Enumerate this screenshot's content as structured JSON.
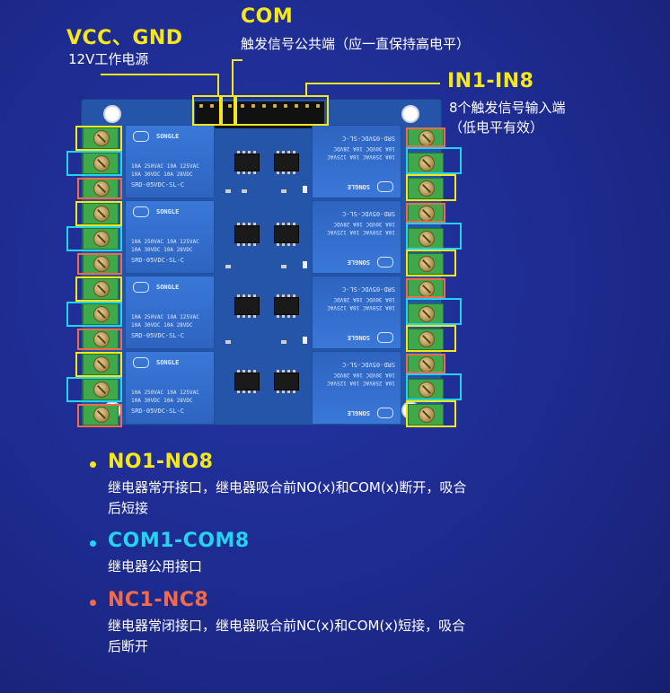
{
  "header": {
    "vcc_gnd": {
      "title": "VCC、GND",
      "desc": "12V工作电源"
    },
    "com": {
      "title": "COM",
      "desc": "触发信号公共端（应一直保持高电平）"
    },
    "in": {
      "title": "IN1-IN8",
      "desc_line1": "8个触发信号输入端",
      "desc_line2": "（低电平有效）"
    }
  },
  "legend": {
    "no": {
      "title": "NO1-NO8",
      "desc_line1": "继电器常开接口，继电器吸合前NO(x)和COM(x)断开，吸合",
      "desc_line2": "后短接"
    },
    "com": {
      "title": "COM1-COM8",
      "desc": "继电器公用接口"
    },
    "nc": {
      "title": "NC1-NC8",
      "desc_line1": "继电器常闭接口，继电器吸合前NC(x)和COM(x)短接，吸合",
      "desc_line2": "后断开"
    }
  },
  "relay_text": {
    "brand": "SONGLE",
    "rating1": "10A 250VAC  10A 125VAC",
    "rating2": "10A  30VDC  10A  28VDC",
    "model": "SRD-05VDC-SL-C"
  },
  "colors": {
    "no": "#f6e71b",
    "com": "#26d3ef",
    "nc": "#f26a4b",
    "background": "#1d2a8c"
  }
}
